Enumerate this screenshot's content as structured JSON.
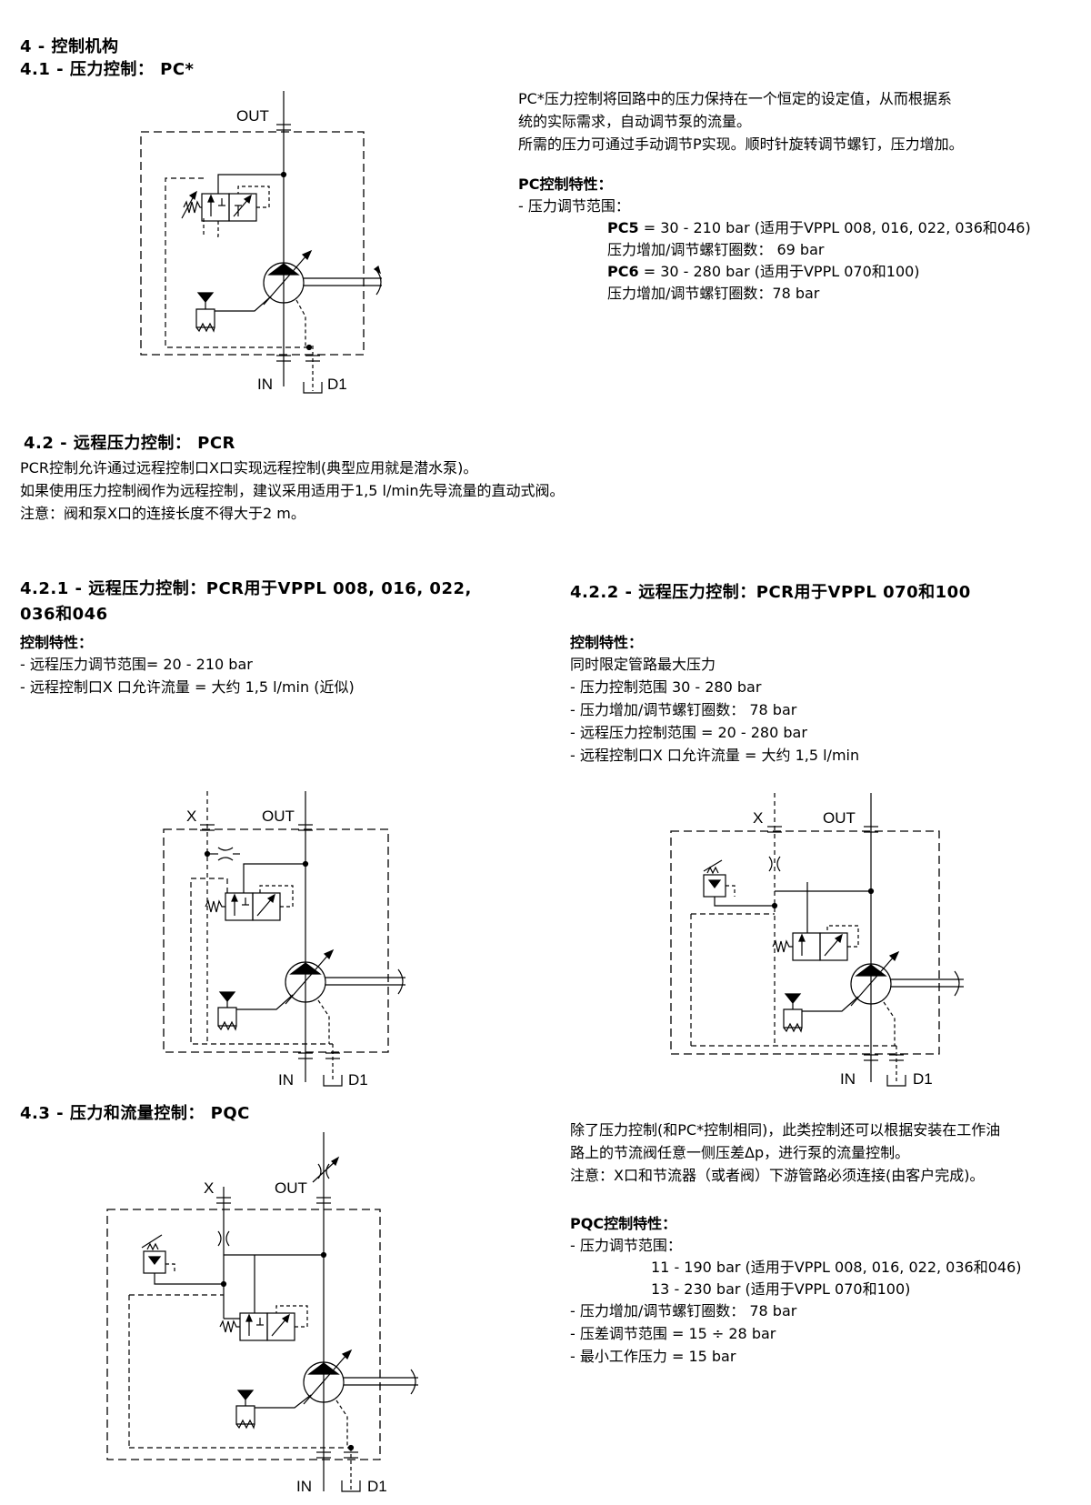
{
  "section4": {
    "title": "4 - 控制机构"
  },
  "pc": {
    "title": "4.1 - 压力控制： PC*",
    "desc": [
      "PC*压力控制将回路中的压力保持在一个恒定的设定值，从而根据系",
      "统的实际需求，自动调节泵的流量。",
      "所需的压力可通过手动调节P实现。顺时针旋转调节螺钉，压力增加。"
    ],
    "spec_title": "PC控制特性：",
    "spec_range": "-  压力调节范围：",
    "pc5_label": "PC5",
    "pc5_text": " = 30 - 210 bar (适用于VPPL 008, 016, 022, 036和046)",
    "pc5_turn": "压力增加/调节螺钉圈数：  69 bar",
    "pc6_label": "PC6",
    "pc6_text": " = 30 - 280 bar (适用于VPPL 070和100)",
    "pc6_turn": "压力增加/调节螺钉圈数：78 bar"
  },
  "pcr": {
    "title": "4.2 - 远程压力控制：  PCR",
    "desc": [
      "PCR控制允许通过远程控制口X口实现远程控制(典型应用就是潜水泵)。",
      "如果使用压力控制阀作为远程控制，建议采用适用于1,5 l/min先导流量的直动式阀。",
      "注意：阀和泵X口的连接长度不得大于2 m。"
    ]
  },
  "pcr1": {
    "title_line1": "4.2.1 - 远程压力控制：PCR用于VPPL 008, 016, 022,",
    "title_line2": "036和046",
    "spec_title": "控制特性：",
    "lines": [
      "- 远程压力调节范围= 20 - 210 bar",
      "- 远程控制口X 口允许流量 = 大约 1,5 l/min  (近似)"
    ]
  },
  "pcr2": {
    "title": "4.2.2 - 远程压力控制：PCR用于VPPL 070和100",
    "spec_title": "控制特性：",
    "lines": [
      "同时限定管路最大压力",
      "- 压力控制范围 30 - 280 bar",
      "- 压力增加/调节螺钉圈数：  78 bar",
      "- 远程压力控制范围 = 20 - 280 bar",
      "- 远程控制口X 口允许流量 = 大约  1,5 l/min"
    ]
  },
  "pqc": {
    "title": "4.3 - 压力和流量控制：  PQC",
    "desc": [
      "除了压力控制(和PC*控制相同)，此类控制还可以根据安装在工作油",
      "路上的节流阀任意一侧压差Δp，进行泵的流量控制。",
      "注意：X口和节流器（或者阀）下游管路必须连接(由客户完成)。"
    ],
    "spec_title": "PQC控制特性：",
    "line_range": "- 压力调节范围：",
    "range1": "11 - 190 bar (适用于VPPL 008, 016, 022, 036和046)",
    "range2": "13 - 230 bar (适用于VPPL 070和100)",
    "lines": [
      "- 压力增加/调节螺钉圈数：  78 bar",
      "- 压差调节范围 = 15 ÷ 28 bar",
      "- 最小工作压力 = 15 bar"
    ]
  },
  "ports": {
    "out": "OUT",
    "in": "IN",
    "drain": "D1",
    "x": "X"
  }
}
